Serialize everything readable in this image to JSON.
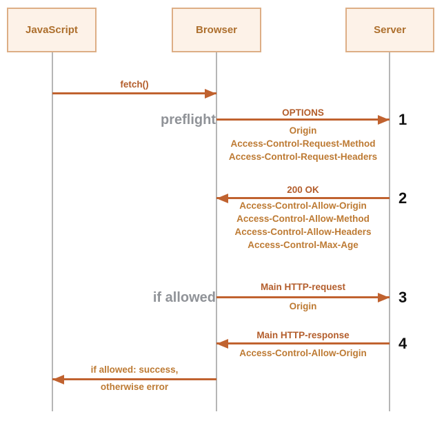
{
  "actors": [
    {
      "label": "JavaScript"
    },
    {
      "label": "Browser"
    },
    {
      "label": "Server"
    }
  ],
  "messages": [
    {
      "from": "JavaScript",
      "to": "Browser",
      "label": "fetch()",
      "headers": []
    },
    {
      "from": "Browser",
      "to": "Server",
      "label": "OPTIONS",
      "annotation": "preflight",
      "step": "1",
      "headers": [
        "Origin",
        "Access-Control-Request-Method",
        "Access-Control-Request-Headers"
      ]
    },
    {
      "from": "Server",
      "to": "Browser",
      "label": "200 OK",
      "step": "2",
      "headers": [
        "Access-Control-Allow-Origin",
        "Access-Control-Allow-Method",
        "Access-Control-Allow-Headers",
        "Access-Control-Max-Age"
      ]
    },
    {
      "from": "Browser",
      "to": "Server",
      "label": "Main HTTP-request",
      "annotation": "if allowed",
      "step": "3",
      "headers": [
        "Origin"
      ]
    },
    {
      "from": "Server",
      "to": "Browser",
      "label": "Main HTTP-response",
      "step": "4",
      "headers": [
        "Access-Control-Allow-Origin"
      ]
    },
    {
      "from": "Browser",
      "to": "JavaScript",
      "label": "if allowed: success,",
      "headers": [
        "otherwise error"
      ]
    }
  ],
  "colors": {
    "arrow": "#c0622f",
    "message_label": "#b35d2b",
    "header_text": "#bd7a33",
    "annotation_gray": "#909398",
    "lifeline": "#b5b5b5",
    "actor_fill": "#fdf2e8",
    "actor_border": "#ddae85",
    "actor_text": "#ad6f2d",
    "step_number": "#111111"
  }
}
